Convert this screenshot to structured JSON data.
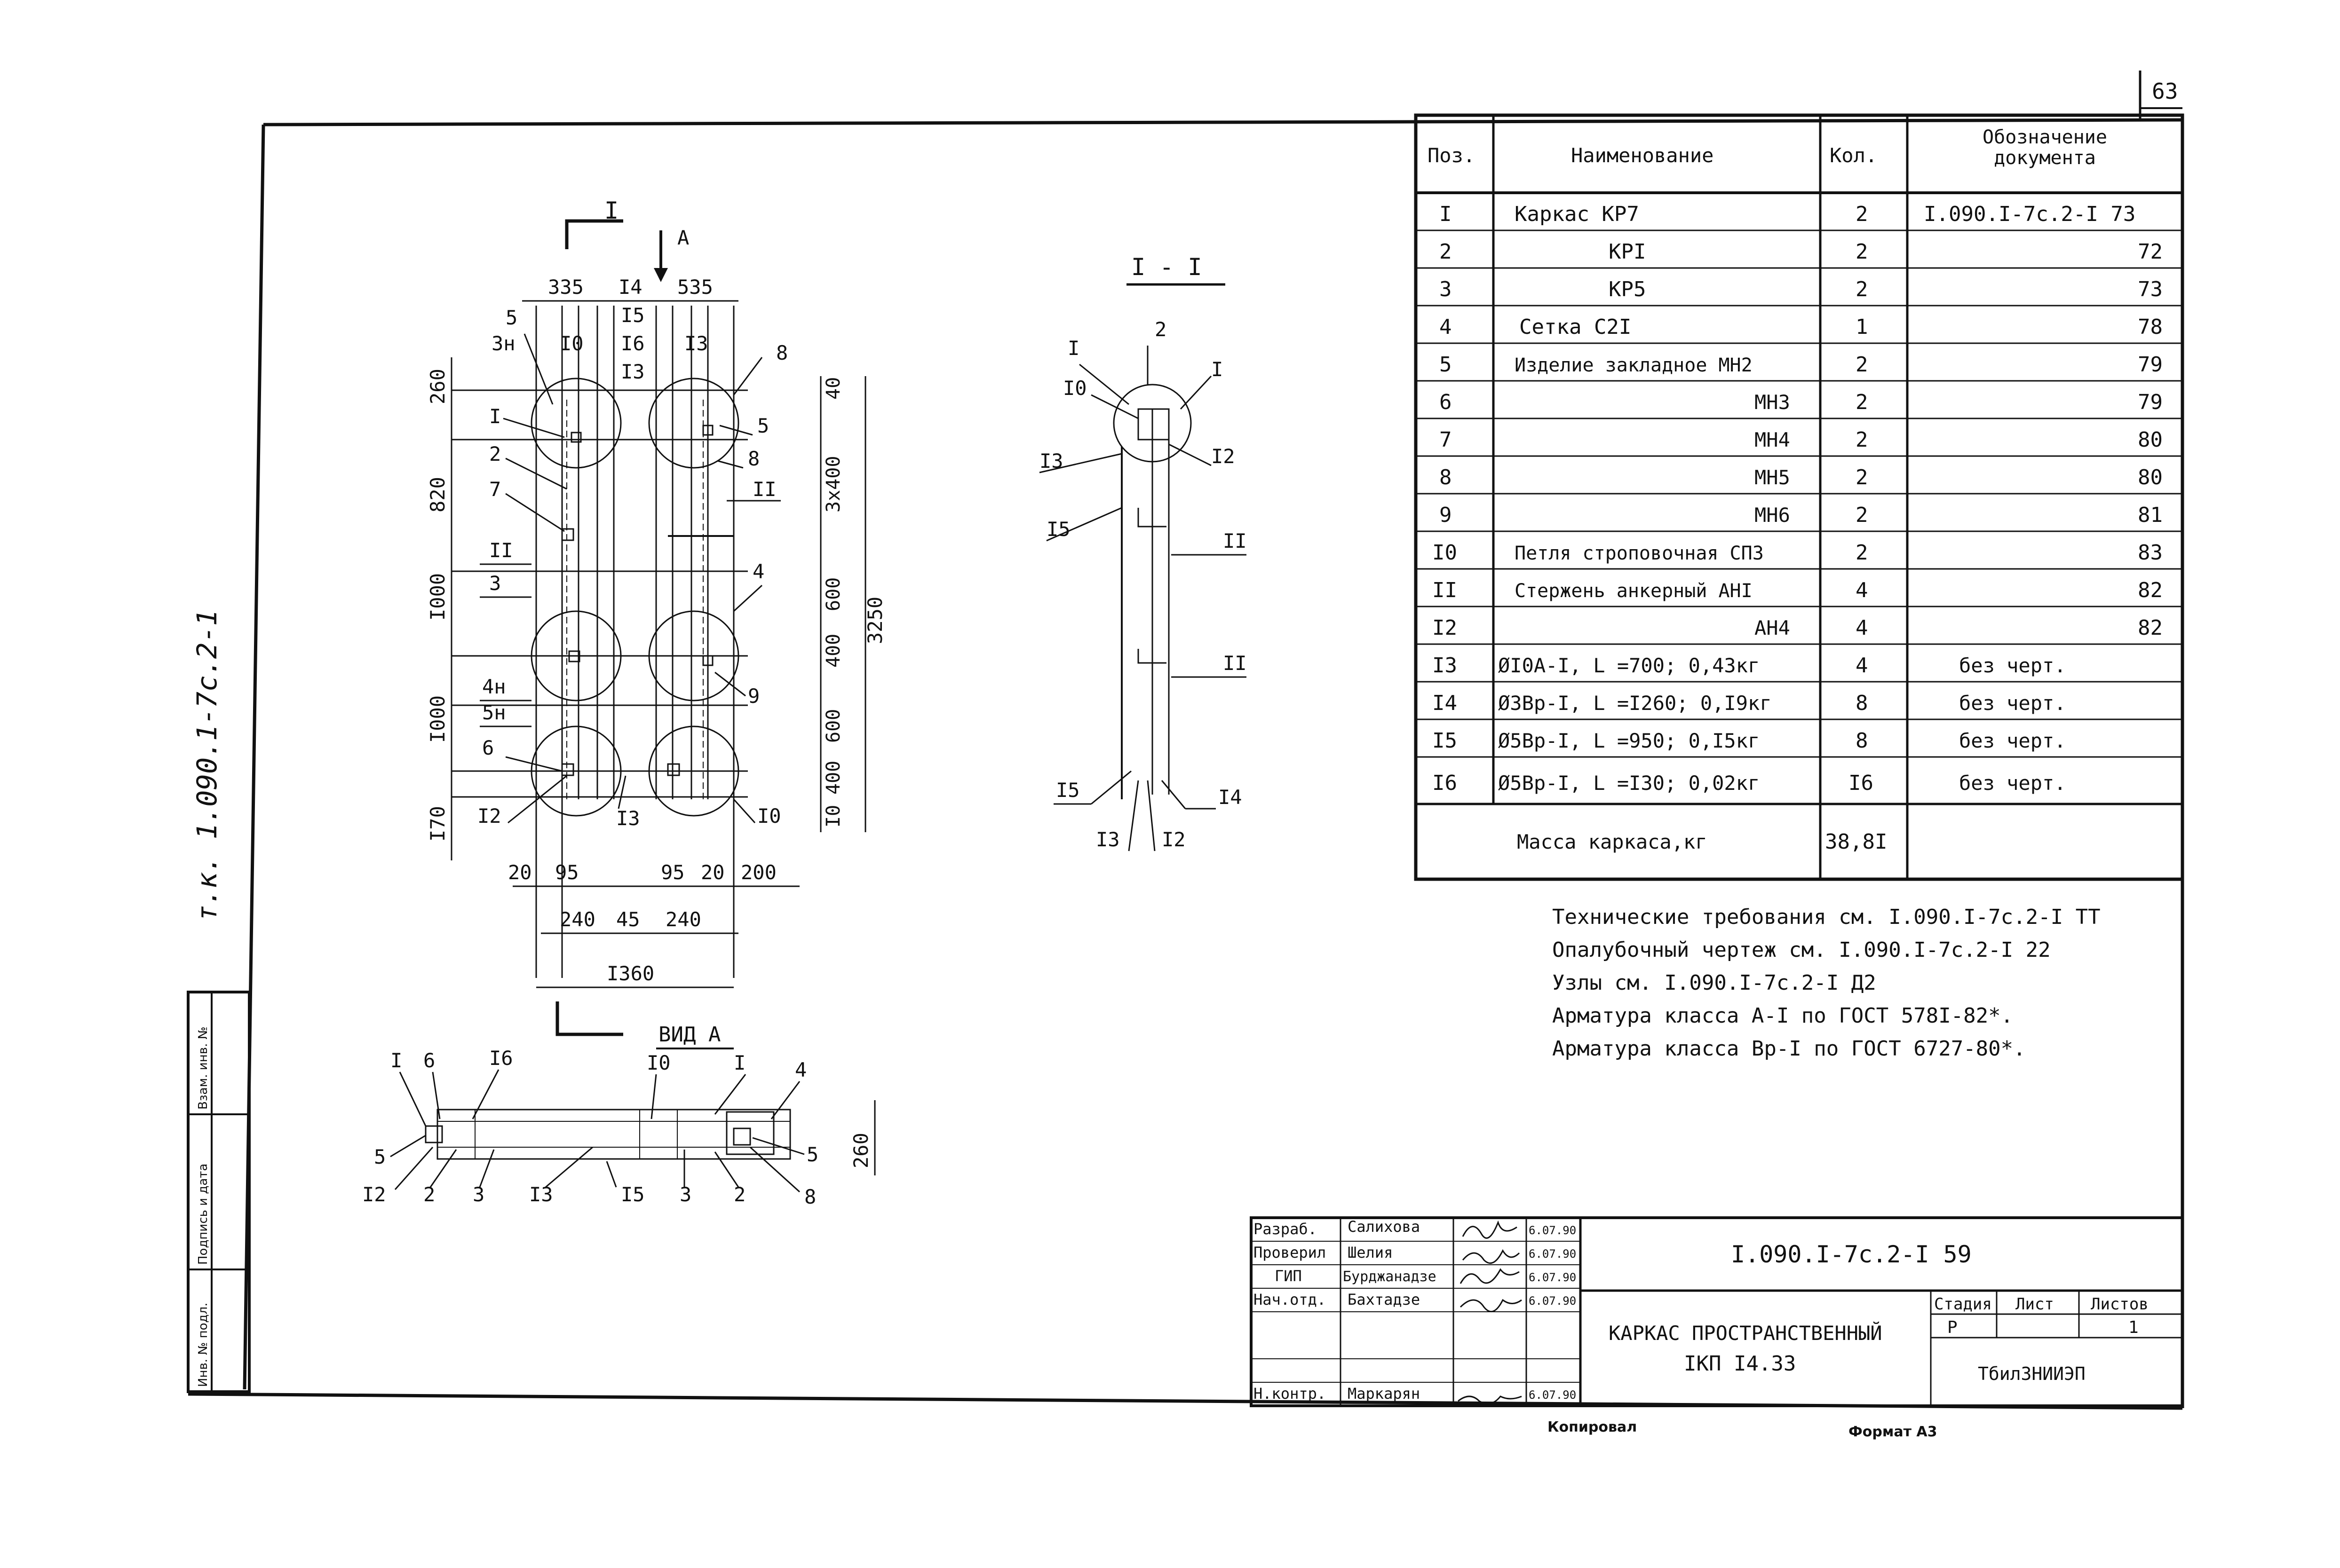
{
  "sheet_number": "63",
  "side_stamp": "т.к. 1.090.1-7с.2-1",
  "side_labels": [
    "Инв. № подл.",
    "Подпись и дата",
    "Взам. инв. №"
  ],
  "table": {
    "headers": [
      "Поз.",
      "Наименование",
      "Кол.",
      "Обозначение документа"
    ],
    "rows": [
      {
        "pos": "I",
        "name": "Каркас КР7",
        "qty": "2",
        "doc": "I.090.I-7с.2-I 73"
      },
      {
        "pos": "2",
        "name": "КРI",
        "qty": "2",
        "doc": "72"
      },
      {
        "pos": "3",
        "name": "КР5",
        "qty": "2",
        "doc": "73"
      },
      {
        "pos": "4",
        "name": "Сетка С2I",
        "qty": "1",
        "doc": "78"
      },
      {
        "pos": "5",
        "name": "Изделие закладное МН2",
        "qty": "2",
        "doc": "79"
      },
      {
        "pos": "6",
        "name": "МН3",
        "qty": "2",
        "doc": "79"
      },
      {
        "pos": "7",
        "name": "МН4",
        "qty": "2",
        "doc": "80"
      },
      {
        "pos": "8",
        "name": "МН5",
        "qty": "2",
        "doc": "80"
      },
      {
        "pos": "9",
        "name": "МН6",
        "qty": "2",
        "doc": "81"
      },
      {
        "pos": "I0",
        "name": "Петля строповочная СП3",
        "qty": "2",
        "doc": "83"
      },
      {
        "pos": "II",
        "name": "Стержень анкерный АНI",
        "qty": "4",
        "doc": "82"
      },
      {
        "pos": "I2",
        "name": "АН4",
        "qty": "4",
        "doc": "82"
      },
      {
        "pos": "I3",
        "name": "ØI0А-I, L =700; 0,43кг",
        "qty": "4",
        "doc": "без черт."
      },
      {
        "pos": "I4",
        "name": "Ø3Вр-I, L =I260; 0,I9кг",
        "qty": "8",
        "doc": "без черт."
      },
      {
        "pos": "I5",
        "name": "Ø5Вр-I, L =950; 0,I5кг",
        "qty": "8",
        "doc": "без черт."
      },
      {
        "pos": "I6",
        "name": "Ø5Вр-I, L =I30; 0,02кг",
        "qty": "I6",
        "doc": "без черт."
      }
    ],
    "mass_label": "Масса каркаса,кг",
    "mass_value": "38,8I"
  },
  "notes": [
    "Технические требования см. I.090.I-7с.2-I ТТ",
    "Опалубочный чертеж см. I.090.I-7с.2-I 22",
    "Узлы см. I.090.I-7с.2-I Д2",
    "Арматура класса А-I по ГОСТ 578I-82*.",
    "Арматура класса Вр-I по ГОСТ 6727-80*."
  ],
  "main_view": {
    "section_mark": "I",
    "arrow_label": "А",
    "top_dims": [
      "335",
      "I4",
      "535"
    ],
    "bar_labels": [
      "I5",
      "I6",
      "I3"
    ],
    "left_dims": [
      "260",
      "820",
      "I000",
      "I000",
      "I70"
    ],
    "right_dims": [
      "40",
      "3х400",
      "600",
      "400",
      "600",
      "400",
      "I0"
    ],
    "total_height": "3250",
    "bottom_dims_row1": [
      "20",
      "95",
      "95",
      "20",
      "200"
    ],
    "bottom_dims_row2": [
      "240",
      "45",
      "240"
    ],
    "total_width": "I360",
    "callouts_left": [
      "5",
      "3н",
      "I0",
      "I",
      "2",
      "7",
      "II",
      "3",
      "4н",
      "5н",
      "6",
      "I2",
      "I3"
    ],
    "callouts_right": [
      "I3",
      "8",
      "5",
      "8",
      "II",
      "4",
      "9",
      "I0"
    ]
  },
  "section_view": {
    "title": "I - I",
    "labels": [
      "2",
      "I",
      "I",
      "I0",
      "I3",
      "I2",
      "I5",
      "II",
      "II",
      "I5",
      "I4",
      "I3",
      "I2"
    ]
  },
  "view_a": {
    "title": "ВИД А",
    "top_labels": [
      "I",
      "6",
      "I6",
      "I0",
      "I",
      "4"
    ],
    "bottom_labels": [
      "5",
      "I2",
      "2",
      "3",
      "I3",
      "I5",
      "3",
      "2",
      "8",
      "5"
    ],
    "height_dim": "260"
  },
  "title_block": {
    "code": "I.090.I-7с.2-I 59",
    "title_line1": "КАРКАС ПРОСТРАНСТВЕННЫЙ",
    "title_line2": "IКП I4.33",
    "roles": [
      "Разраб.",
      "Проверил",
      "ГИП",
      "Нач.отд.",
      "",
      "Н.контр."
    ],
    "names": [
      "Салихова",
      "Шелия",
      "Бурджанадзе",
      "Бахтадзе",
      "",
      "Маркарян"
    ],
    "dates": [
      "6.07.90",
      "6.07.90",
      "6.07.90",
      "6.07.90",
      "",
      "6.07.90"
    ],
    "stage_headers": [
      "Стадия",
      "Лист",
      "Листов"
    ],
    "stage_values": [
      "Р",
      "",
      "1"
    ],
    "org": "ТбилЗНИИЭП"
  },
  "footer": {
    "copied": "Копировал",
    "format": "Формат А3"
  }
}
